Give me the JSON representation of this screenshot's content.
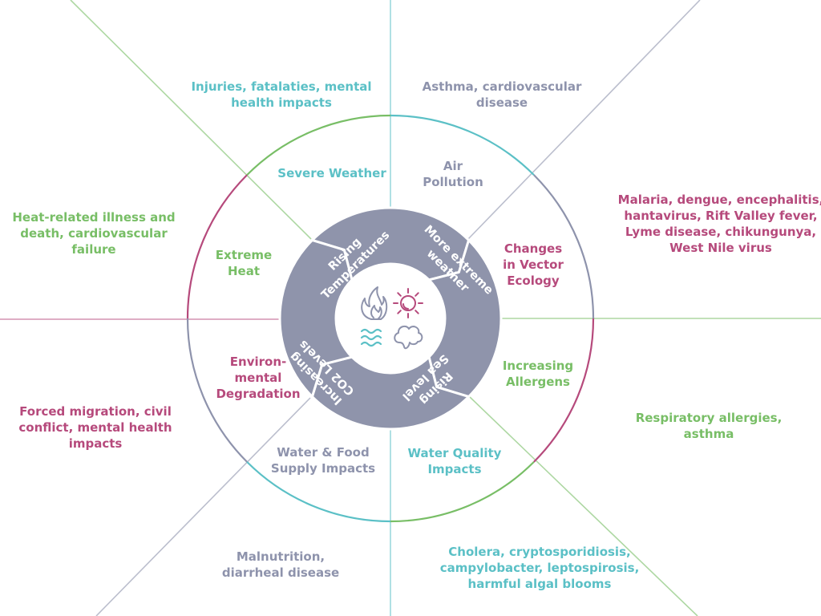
{
  "colors": {
    "teal": "#5bc0c6",
    "slate": "#8e93ac",
    "magenta": "#b64a7c",
    "green": "#78be66",
    "arrow_fill": "#8f94ab",
    "white": "#ffffff"
  },
  "center": {
    "drivers": [
      {
        "id": "rising-temperatures",
        "lines": [
          "Rising",
          "Temperatures"
        ]
      },
      {
        "id": "more-extreme-weather",
        "lines": [
          "More extreme",
          "weather"
        ]
      },
      {
        "id": "rising-sea-level",
        "lines": [
          "Rising",
          "Sea level"
        ]
      },
      {
        "id": "increasing-co2-levels",
        "lines": [
          "Increasing",
          "CO2 Levels"
        ]
      }
    ],
    "icons": [
      "fire-icon",
      "sun-icon",
      "water-waves-icon",
      "cloud-icon"
    ]
  },
  "segments": [
    {
      "id": "severe-weather",
      "color": "teal",
      "lines": [
        "Severe Weather"
      ]
    },
    {
      "id": "air-pollution",
      "color": "slate",
      "lines": [
        "Air",
        "Pollution"
      ]
    },
    {
      "id": "changes-in-vector-ecology",
      "color": "magenta",
      "lines": [
        "Changes",
        "in Vector",
        "Ecology"
      ]
    },
    {
      "id": "increasing-allergens",
      "color": "green",
      "lines": [
        "Increasing",
        "Allergens"
      ]
    },
    {
      "id": "water-quality-impacts",
      "color": "teal",
      "lines": [
        "Water Quality",
        "Impacts"
      ]
    },
    {
      "id": "water-food-supply-impacts",
      "color": "slate",
      "lines": [
        "Water & Food",
        "Supply Impacts"
      ]
    },
    {
      "id": "environmental-degradation",
      "color": "magenta",
      "lines": [
        "Environ-",
        "mental",
        "Degradation"
      ]
    },
    {
      "id": "extreme-heat",
      "color": "green",
      "lines": [
        "Extreme",
        "Heat"
      ]
    }
  ],
  "impacts": [
    {
      "id": "severe-weather",
      "color": "teal",
      "lines": [
        "Injuries, fatalaties, mental",
        "health impacts"
      ]
    },
    {
      "id": "air-pollution",
      "color": "slate",
      "lines": [
        "Asthma, cardiovascular",
        "disease"
      ]
    },
    {
      "id": "changes-in-vector-ecology",
      "color": "magenta",
      "lines": [
        "Malaria, dengue, encephalitis,",
        "hantavirus, Rift Valley fever,",
        "Lyme disease, chikungunya,",
        "West Nile virus"
      ]
    },
    {
      "id": "increasing-allergens",
      "color": "green",
      "lines": [
        "Respiratory allergies,",
        "asthma"
      ]
    },
    {
      "id": "water-quality-impacts",
      "color": "teal",
      "lines": [
        "Cholera, cryptosporidiosis,",
        "campylobacter, leptospirosis,",
        "harmful algal blooms"
      ]
    },
    {
      "id": "water-food-supply-impacts",
      "color": "slate",
      "lines": [
        "Malnutrition,",
        "diarrheal disease"
      ]
    },
    {
      "id": "environmental-degradation",
      "color": "magenta",
      "lines": [
        "Forced migration, civil",
        "conflict, mental health",
        "impacts"
      ]
    },
    {
      "id": "extreme-heat",
      "color": "green",
      "lines": [
        "Heat-related illness and",
        "death, cardiovascular",
        "failure"
      ]
    }
  ]
}
